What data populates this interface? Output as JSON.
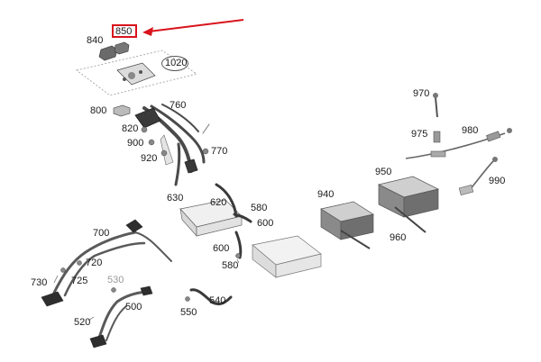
{
  "labels": {
    "p850": "850",
    "p840": "840",
    "p1020": "1020",
    "p800": "800",
    "p760": "760",
    "p820": "820",
    "p900": "900",
    "p920": "920",
    "p770": "770",
    "p970": "970",
    "p975": "975",
    "p980": "980",
    "p950": "950",
    "p990": "990",
    "p940": "940",
    "p960": "960",
    "p630": "630",
    "p620": "620",
    "p580a": "580",
    "p600a": "600",
    "p600b": "600",
    "p580b": "580",
    "p700": "700",
    "p720": "720",
    "p730": "730",
    "p725": "725",
    "p530": "530",
    "p500": "500",
    "p520": "520",
    "p540": "540",
    "p550": "550"
  },
  "colors": {
    "highlight": "#d9131c",
    "part_fill": "#e8e8e8",
    "part_dark": "#555555",
    "outline": "#777777"
  }
}
